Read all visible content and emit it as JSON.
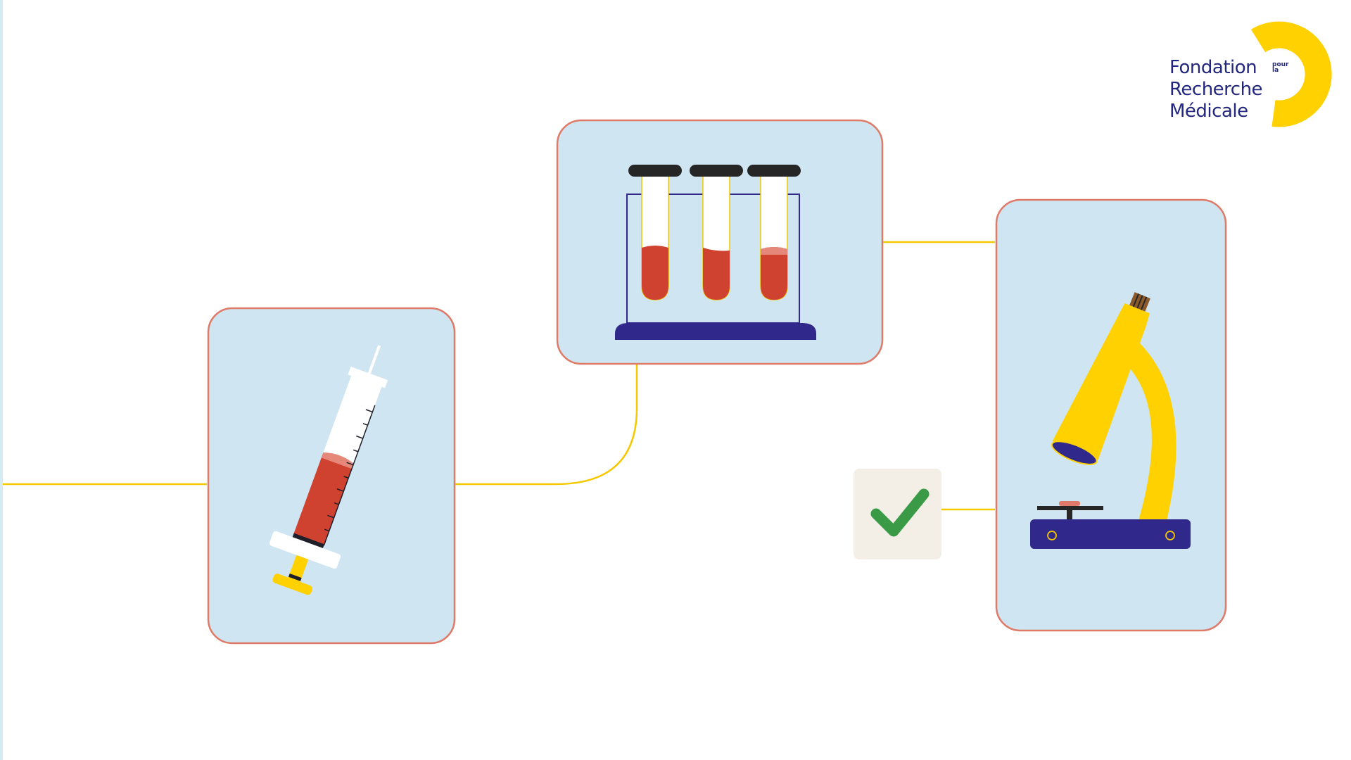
{
  "logo": {
    "line1": "Fondation",
    "line2": "Recherche",
    "line3": "Médicale",
    "small_top": "pour",
    "small_bottom": "la"
  },
  "colors": {
    "card_fill": "#cfe5f1",
    "card_border": "#e07a68",
    "connector": "#f5c800",
    "blood": "#cf4230",
    "navy": "#30288a",
    "yellow": "#ffd100",
    "check_green": "#3a9a46",
    "check_bg": "#f3efe6",
    "logo_text": "#23277f"
  },
  "icons": {
    "syringe": "syringe-icon",
    "tubes": "test-tubes-rack-icon",
    "microscope": "microscope-icon",
    "check": "check-mark-icon"
  }
}
